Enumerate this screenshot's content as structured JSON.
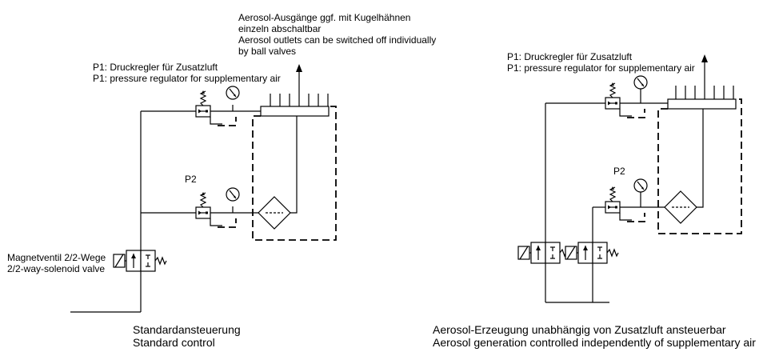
{
  "left": {
    "outlets_note": [
      "Aerosol-Ausgänge ggf. mit Kugelhähnen",
      "einzeln abschaltbar",
      "Aerosol outlets can be switched off individually",
      "by ball valves"
    ],
    "p1_label": [
      "P1: Druckregler für Zusatzluft",
      "P1: pressure regulator for supplementary air"
    ],
    "p2_label": "P2",
    "solenoid_label": [
      "Magnetventil 2/2-Wege",
      "2/2-way-solenoid valve"
    ],
    "caption": [
      "Standardansteuerung",
      "Standard control"
    ]
  },
  "right": {
    "p1_label": [
      "P1: Druckregler für Zusatzluft",
      "P1: pressure regulator for supplementary air"
    ],
    "p2_label": "P2",
    "caption": [
      "Aerosol-Erzeugung unabhängig von Zusatzluft ansteuerbar",
      "Aerosol generation controlled independently of supplementary air"
    ]
  }
}
